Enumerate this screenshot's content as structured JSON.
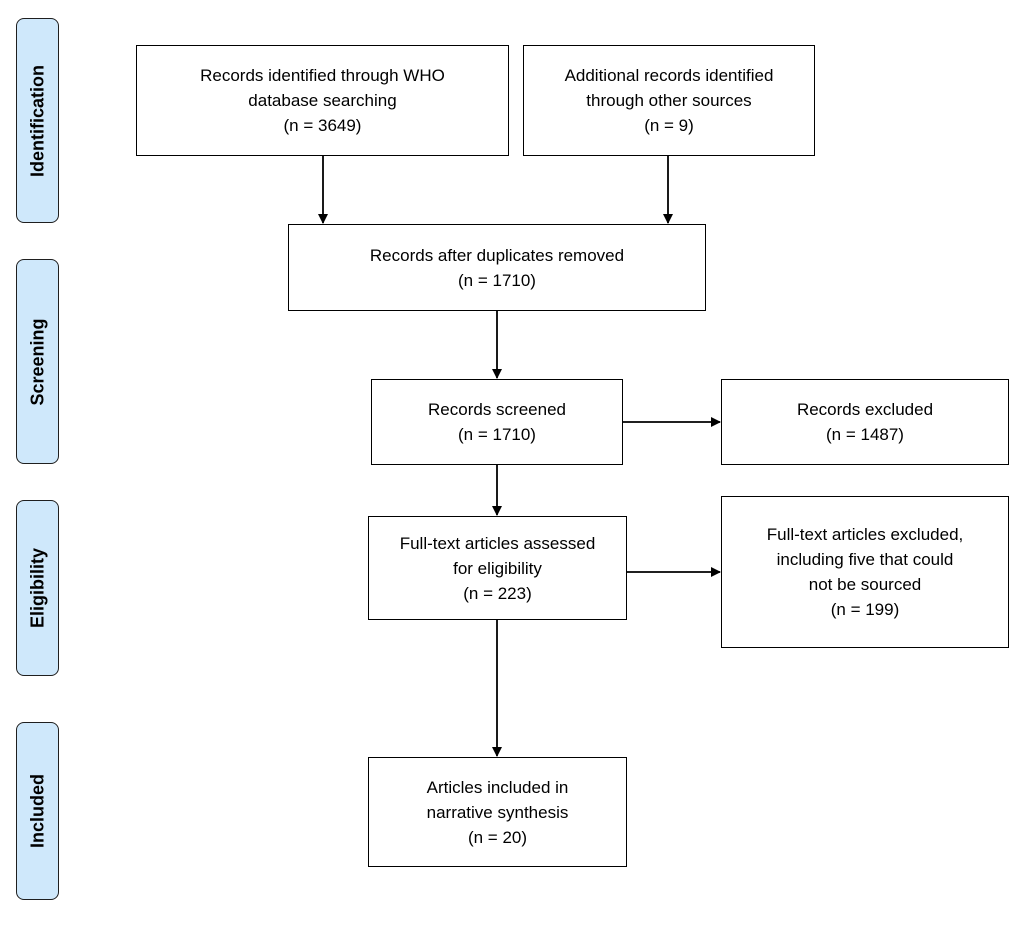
{
  "stages": {
    "identification": "Identification",
    "screening": "Screening",
    "eligibility": "Eligibility",
    "included": "Included"
  },
  "boxes": {
    "who_search": {
      "line1": "Records identified through WHO",
      "line2": "database searching",
      "count": "(n = 3649)"
    },
    "other_sources": {
      "line1": "Additional records identified",
      "line2": "through other sources",
      "count": "(n = 9)"
    },
    "duplicates_removed": {
      "line1": "Records after duplicates removed",
      "count": "(n = 1710)"
    },
    "screened": {
      "line1": "Records screened",
      "count": "(n = 1710)"
    },
    "excluded": {
      "line1": "Records excluded",
      "count": "(n = 1487)"
    },
    "fulltext_assessed": {
      "line1": "Full-text articles assessed",
      "line2": "for eligibility",
      "count": "(n = 223)"
    },
    "fulltext_excluded": {
      "line1": "Full-text articles excluded,",
      "line2": "including five that could",
      "line3": "not be sourced",
      "count": "(n = 199)"
    },
    "included_synthesis": {
      "line1": "Articles included in",
      "line2": "narrative synthesis",
      "count": "(n = 20)"
    }
  },
  "colors": {
    "stage_fill": "#cfe8fb",
    "stroke": "#000000"
  }
}
